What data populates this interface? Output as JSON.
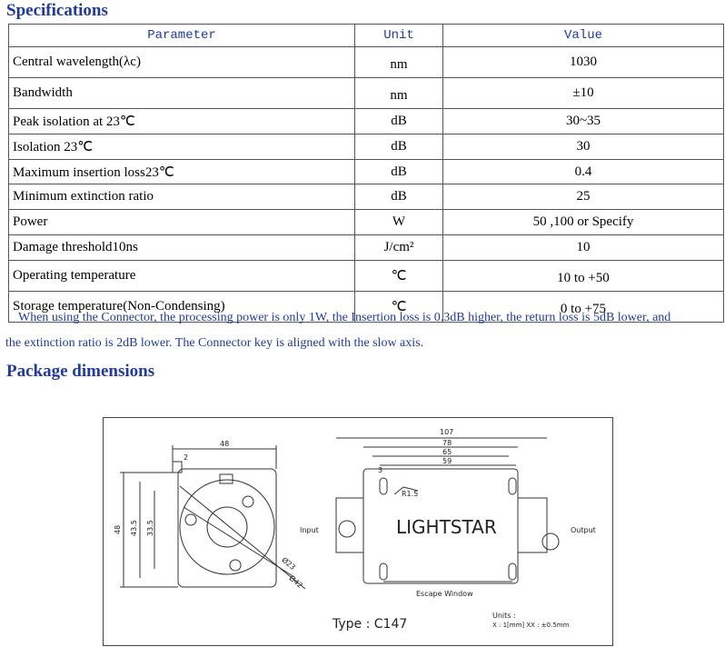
{
  "specifications": {
    "heading": "Specifications",
    "columns": [
      "Parameter",
      "Unit",
      "Value"
    ],
    "rows": [
      {
        "parameter": "Central wavelength(λc)",
        "unit": "nm",
        "value": "1030"
      },
      {
        "parameter": "Bandwidth",
        "unit": "nm",
        "value": "±10"
      },
      {
        "parameter": "Peak isolation at 23℃",
        "unit": "dB",
        "value": "30~35"
      },
      {
        "parameter": "Isolation 23℃",
        "unit": "dB",
        "value": "30"
      },
      {
        "parameter": "Maximum insertion loss23℃",
        "unit": "dB",
        "value": "0.4"
      },
      {
        "parameter": "Minimum extinction ratio",
        "unit": "dB",
        "value": "25"
      },
      {
        "parameter": "Power",
        "unit": "W",
        "value": "50 ,100 or Specify"
      },
      {
        "parameter": "Damage threshold10ns",
        "unit": "J/cm²",
        "value": "10"
      },
      {
        "parameter": "Operating temperature",
        "unit": "℃",
        "value": "10 to +50"
      },
      {
        "parameter": "Storage temperature(Non-Condensing)",
        "unit": "℃",
        "value": "0 to +75"
      }
    ],
    "note_line1": "When using the Connector, the processing power is only 1W, the Insertion loss is 0.3dB higher, the return loss is 5dB lower, and",
    "note_line2": "the extinction ratio is 2dB lower. The Connector key is aligned with the slow axis."
  },
  "package": {
    "heading": "Package dimensions",
    "drawing": {
      "dim_48_top": "48",
      "dim_2": "2",
      "dim_48_side": "48",
      "dim_435": "43.5",
      "dim_335": "33.5",
      "dia_23": "Ø23",
      "dia_42": "Ø42",
      "dim_107": "107",
      "dim_78": "78",
      "dim_65": "65",
      "dim_59": "59",
      "dim_3": "3",
      "radius_r15": "R1.5",
      "brand": "LIGHTSTAR",
      "input_label": "Input",
      "output_label": "Output",
      "escape_window": "Escape Window",
      "type_label": "Type : C147",
      "units_label": "Units :",
      "units_detail": "X : 1[mm]   XX : ±0.5mm"
    }
  }
}
